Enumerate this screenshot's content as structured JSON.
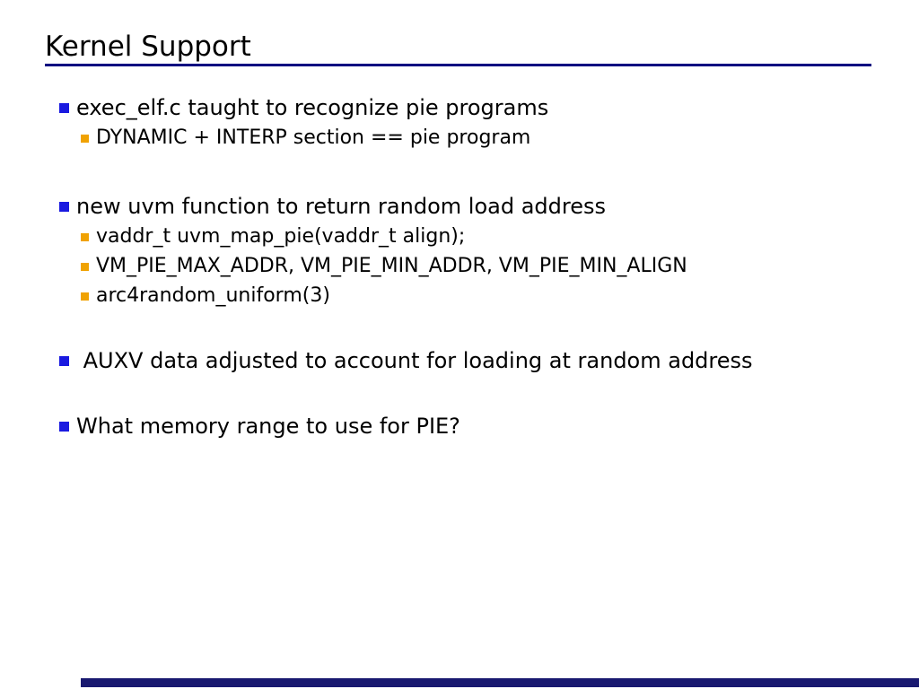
{
  "slide": {
    "title": "Kernel Support",
    "colors": {
      "background": "#ffffff",
      "text": "#000000",
      "title_underline": "#000080",
      "level1_bullet": "#1a1ae0",
      "level2_bullet": "#f0a202",
      "footer_bar": "#191970"
    },
    "bullets": [
      {
        "text": "exec_elf.c taught to recognize pie programs",
        "sub": [
          "DYNAMIC + INTERP section == pie program"
        ]
      },
      {
        "text": "new uvm function to return random load address",
        "sub": [
          "vaddr_t uvm_map_pie(vaddr_t align);",
          "VM_PIE_MAX_ADDR, VM_PIE_MIN_ADDR, VM_PIE_MIN_ALIGN",
          "arc4random_uniform(3)"
        ]
      },
      {
        "text": " AUXV data adjusted to account for loading at random address",
        "sub": []
      },
      {
        "text": "What memory range to use for PIE?",
        "sub": []
      }
    ]
  }
}
